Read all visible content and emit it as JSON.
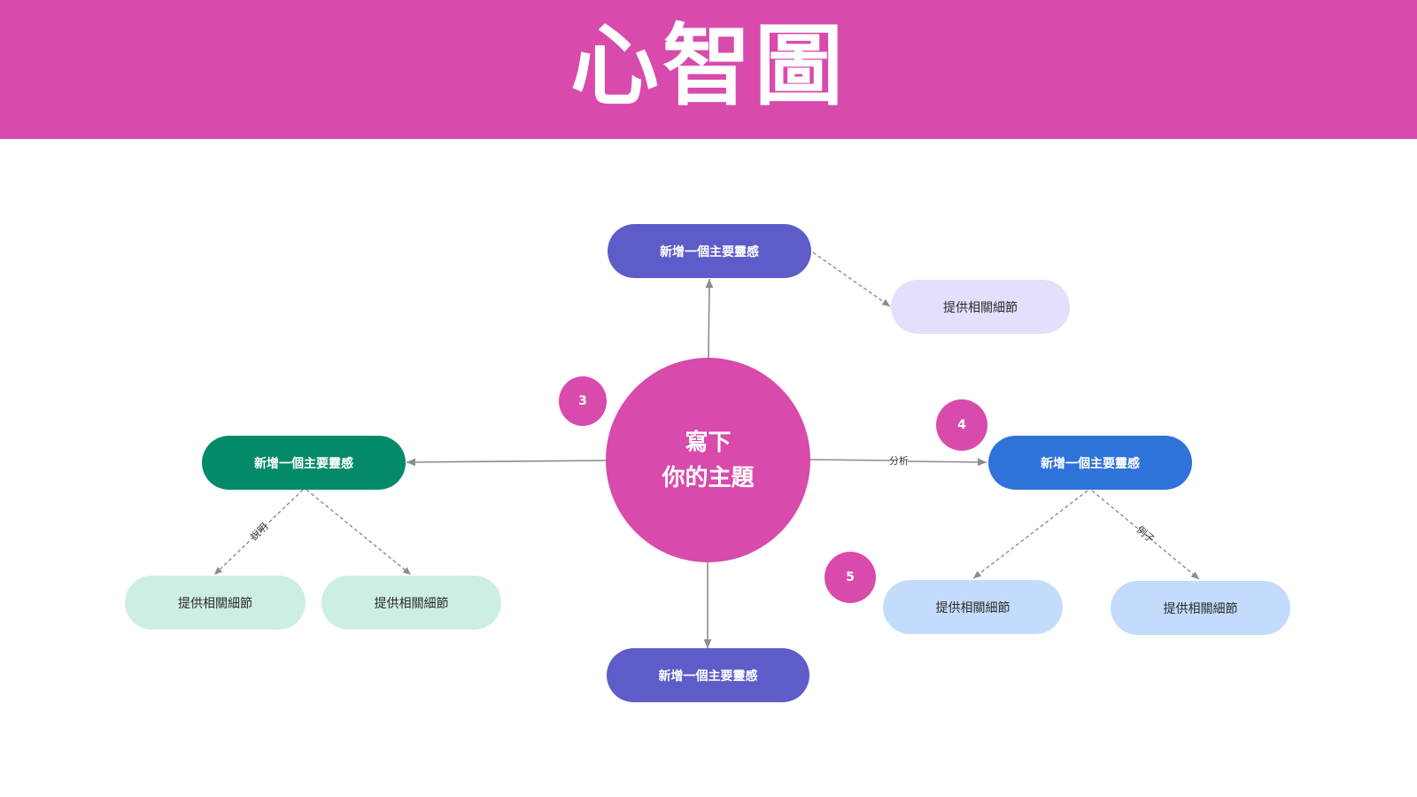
{
  "header": {
    "title": "心智圖"
  },
  "center": {
    "line1": "寫下",
    "line2": "你的主題"
  },
  "nodes": {
    "top": {
      "label": "新增一個主要靈感",
      "color": "#5e5cc8"
    },
    "top_detail": {
      "label": "提供相關細節",
      "color": "#e3dffd"
    },
    "left": {
      "label": "新增一個主要靈感",
      "color": "#048a67"
    },
    "left_detail_1": {
      "label": "提供相關細節",
      "color": "#cdeee5"
    },
    "left_detail_2": {
      "label": "提供相關細節",
      "color": "#cdeee5"
    },
    "right": {
      "label": "新增一個主要靈感",
      "color": "#2f73d9"
    },
    "right_detail_1": {
      "label": "提供相關細節",
      "color": "#c4dcfb"
    },
    "right_detail_2": {
      "label": "提供相關細節",
      "color": "#c4dcfb"
    },
    "bottom": {
      "label": "新增一個主要靈感",
      "color": "#5e5cc8"
    }
  },
  "edge_labels": {
    "analyze": "分析",
    "explain": "說明",
    "example": "例子"
  },
  "badges": {
    "b3": "3",
    "b4": "4",
    "b5": "5"
  },
  "colors": {
    "accent": "#d84aab",
    "connector": "#8c8c8c"
  }
}
